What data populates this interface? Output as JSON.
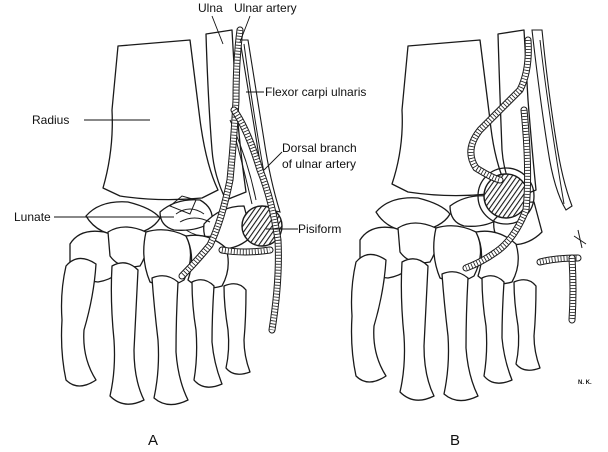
{
  "labels": {
    "ulna": "Ulna",
    "ulnar_artery": "Ulnar artery",
    "flexor_carpi_ulnaris": "Flexor carpi ulnaris",
    "radius": "Radius",
    "dorsal_branch_line1": "Dorsal branch",
    "dorsal_branch_line2": "of ulnar artery",
    "lunate": "Lunate",
    "pisiform": "Pisiform"
  },
  "panels": {
    "left": "A",
    "right": "B"
  },
  "artist_signature": "N. K."
}
